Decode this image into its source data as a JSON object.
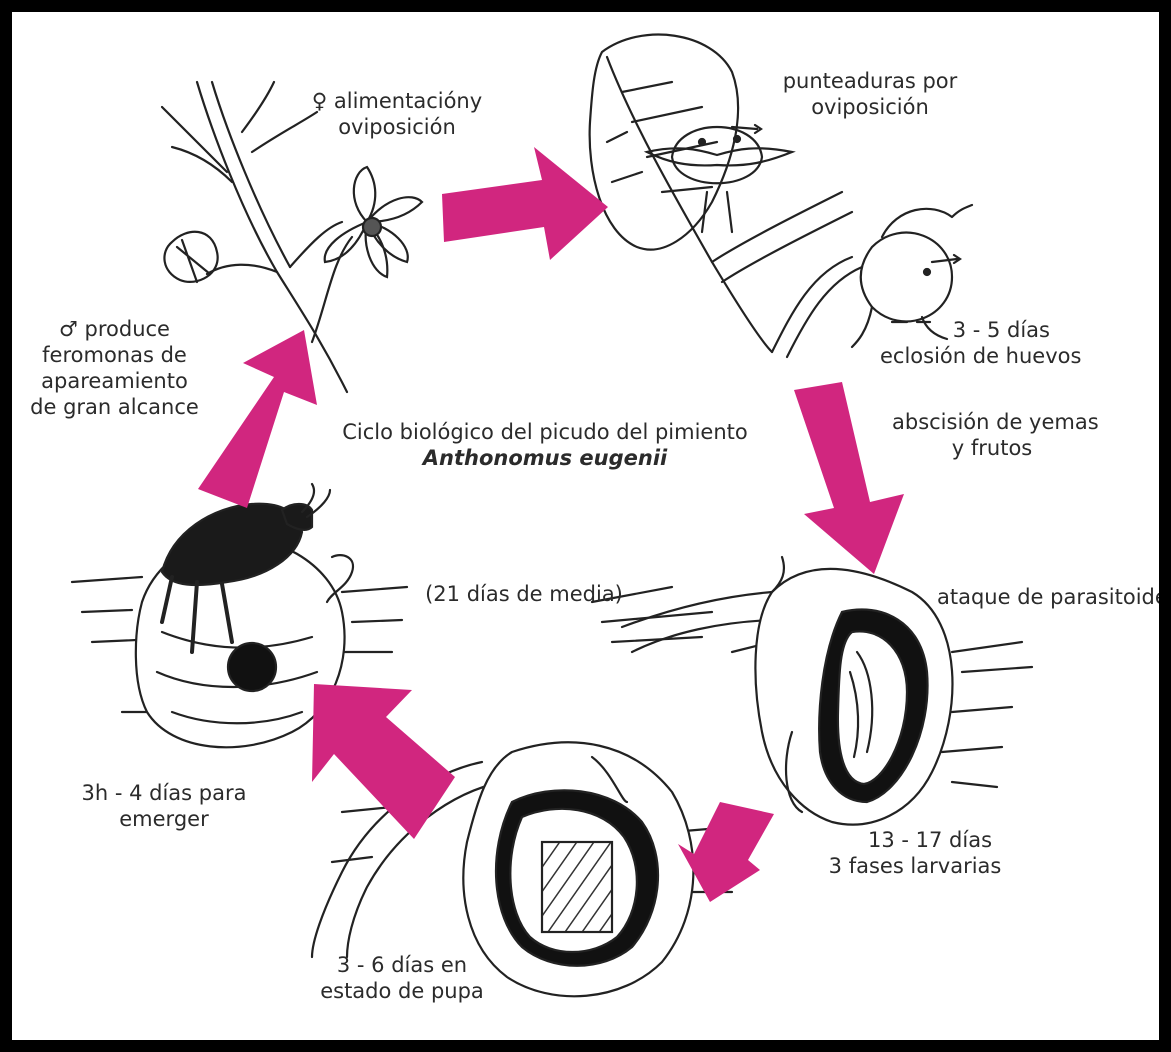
{
  "title": "Ciclo biológico del picudo del pimiento",
  "scientific_name": "Anthonomus eugenii",
  "duration": "(21 días de media)",
  "arrow_color": "#d1267f",
  "labels": {
    "feeding_1": "♀ alimentacióny",
    "feeding_2": "oviposición",
    "punctures_1": "punteaduras por",
    "punctures_2": "oviposición",
    "hatch_days": "3 - 5 días",
    "hatch_text": "eclosión de huevos",
    "abscission_1": "abscisión de yemas",
    "abscission_2": "y frutos",
    "parasitoids": "ataque de parasitoides",
    "larva_days": "13 - 17 días",
    "larva_text": "3 fases larvarias",
    "pupa_1": "3 - 6 días en",
    "pupa_2": "estado de pupa",
    "emerge_1": "3h - 4 días para",
    "emerge_2": "emerger",
    "male_1": "♂ produce",
    "male_2": "feromonas de",
    "male_3": "apareamiento",
    "male_4": "de gran alcance"
  },
  "icons": [
    "flower-branch-illustration",
    "leaf-bud-illustration",
    "fallen-fruit-larva-illustration",
    "pupa-in-fruit-illustration",
    "adult-weevil-illustration"
  ]
}
